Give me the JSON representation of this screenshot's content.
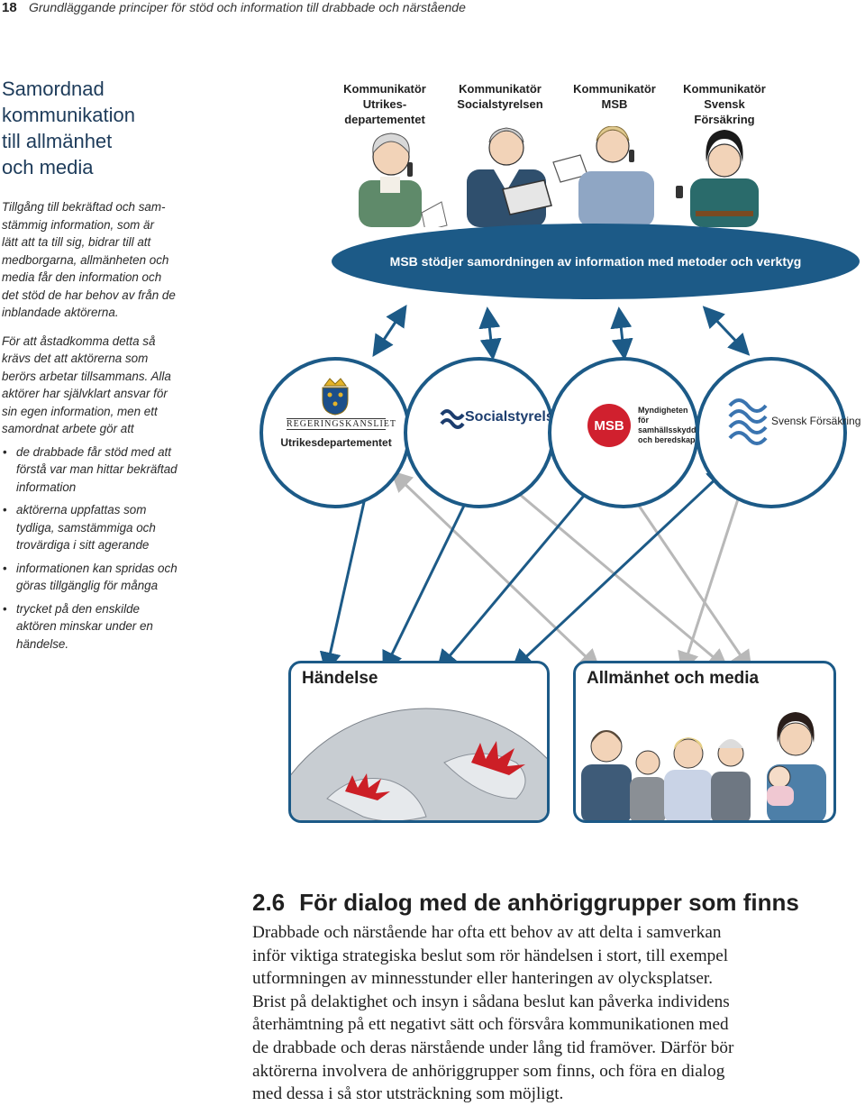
{
  "header": {
    "page_number": "18",
    "running_title": "Grundläggande principer för stöd och information till drabbade och närstående"
  },
  "sidebar": {
    "title_lines": [
      "Samordnad",
      "kommunikation",
      "till allmänhet",
      "och media"
    ],
    "paragraph1_lines": [
      "Tillgång till bekräftad och sam-",
      "stämmig information, som är",
      "lätt att ta till sig, bidrar till att",
      "medborgarna, allmänheten och",
      "media får den information och",
      "det stöd de har behov av från de",
      "inblandade aktörerna."
    ],
    "paragraph2_lines": [
      "För att åstadkomma detta så",
      "krävs det att aktörerna som",
      "berörs arbetar tillsammans. Alla",
      "aktörer har självklart ansvar för",
      "sin egen information, men ett",
      "samordnat arbete gör att"
    ],
    "bullets": [
      [
        "de drabbade får stöd med att",
        "förstå var man hittar bekräftad",
        "information"
      ],
      [
        "aktörerna uppfattas som",
        "tydliga, samstämmiga och",
        "trovärdiga i sitt agerande"
      ],
      [
        "informationen kan spridas och",
        "göras tillgänglig för många"
      ],
      [
        "trycket på den enskilde",
        "aktören minskar under en",
        "händelse."
      ]
    ]
  },
  "diagram": {
    "communicators": [
      {
        "lines": [
          "Kommunikatör",
          "Utrikes-",
          "departementet"
        ]
      },
      {
        "lines": [
          "Kommunikatör",
          "Socialstyrelsen"
        ]
      },
      {
        "lines": [
          "Kommunikatör",
          "MSB"
        ]
      },
      {
        "lines": [
          "Kommunikatör",
          "Svensk",
          "Försäkring"
        ]
      }
    ],
    "banner": "MSB stödjer samordningen av information med metoder och verktyg",
    "logos": {
      "regeringskansliet": "REGERINGSKANSLIET",
      "utrikesdepartementet": "Utrikesdepartementet",
      "socialstyrelsen": "Socialstyrelsen",
      "msb_mark": "MSB",
      "msb_lines": [
        "Myndigheten för",
        "samhällsskydd",
        "och beredskap"
      ],
      "svensk_forsakring": "Svensk Försäkring"
    },
    "boxes": {
      "event": "Händelse",
      "public": "Allmänhet och media"
    },
    "colors": {
      "accent": "#1c5a87",
      "gray_arrow": "#b8b8b8",
      "msb_red": "#d0202e",
      "burst_red": "#cc1f26"
    }
  },
  "section": {
    "number": "2.6",
    "title": "För dialog med de anhöriggrupper som finns",
    "body_lines": [
      "Drabbade och närstående har ofta ett behov av att delta i samverkan",
      "inför viktiga strategiska beslut som rör händelsen i stort, till exempel",
      "utformningen av minnesstunder eller hanteringen av olycksplatser.",
      "Brist på delaktighet och insyn i sådana beslut kan påverka individens",
      "återhämtning på ett negativt sätt och försvåra kommunikationen med",
      "de drabbade och deras närstående under lång tid framöver. Därför bör",
      "aktörerna involvera de anhöriggrupper som finns, och föra en dialog",
      "med dessa i så stor utsträckning som möjligt."
    ]
  }
}
